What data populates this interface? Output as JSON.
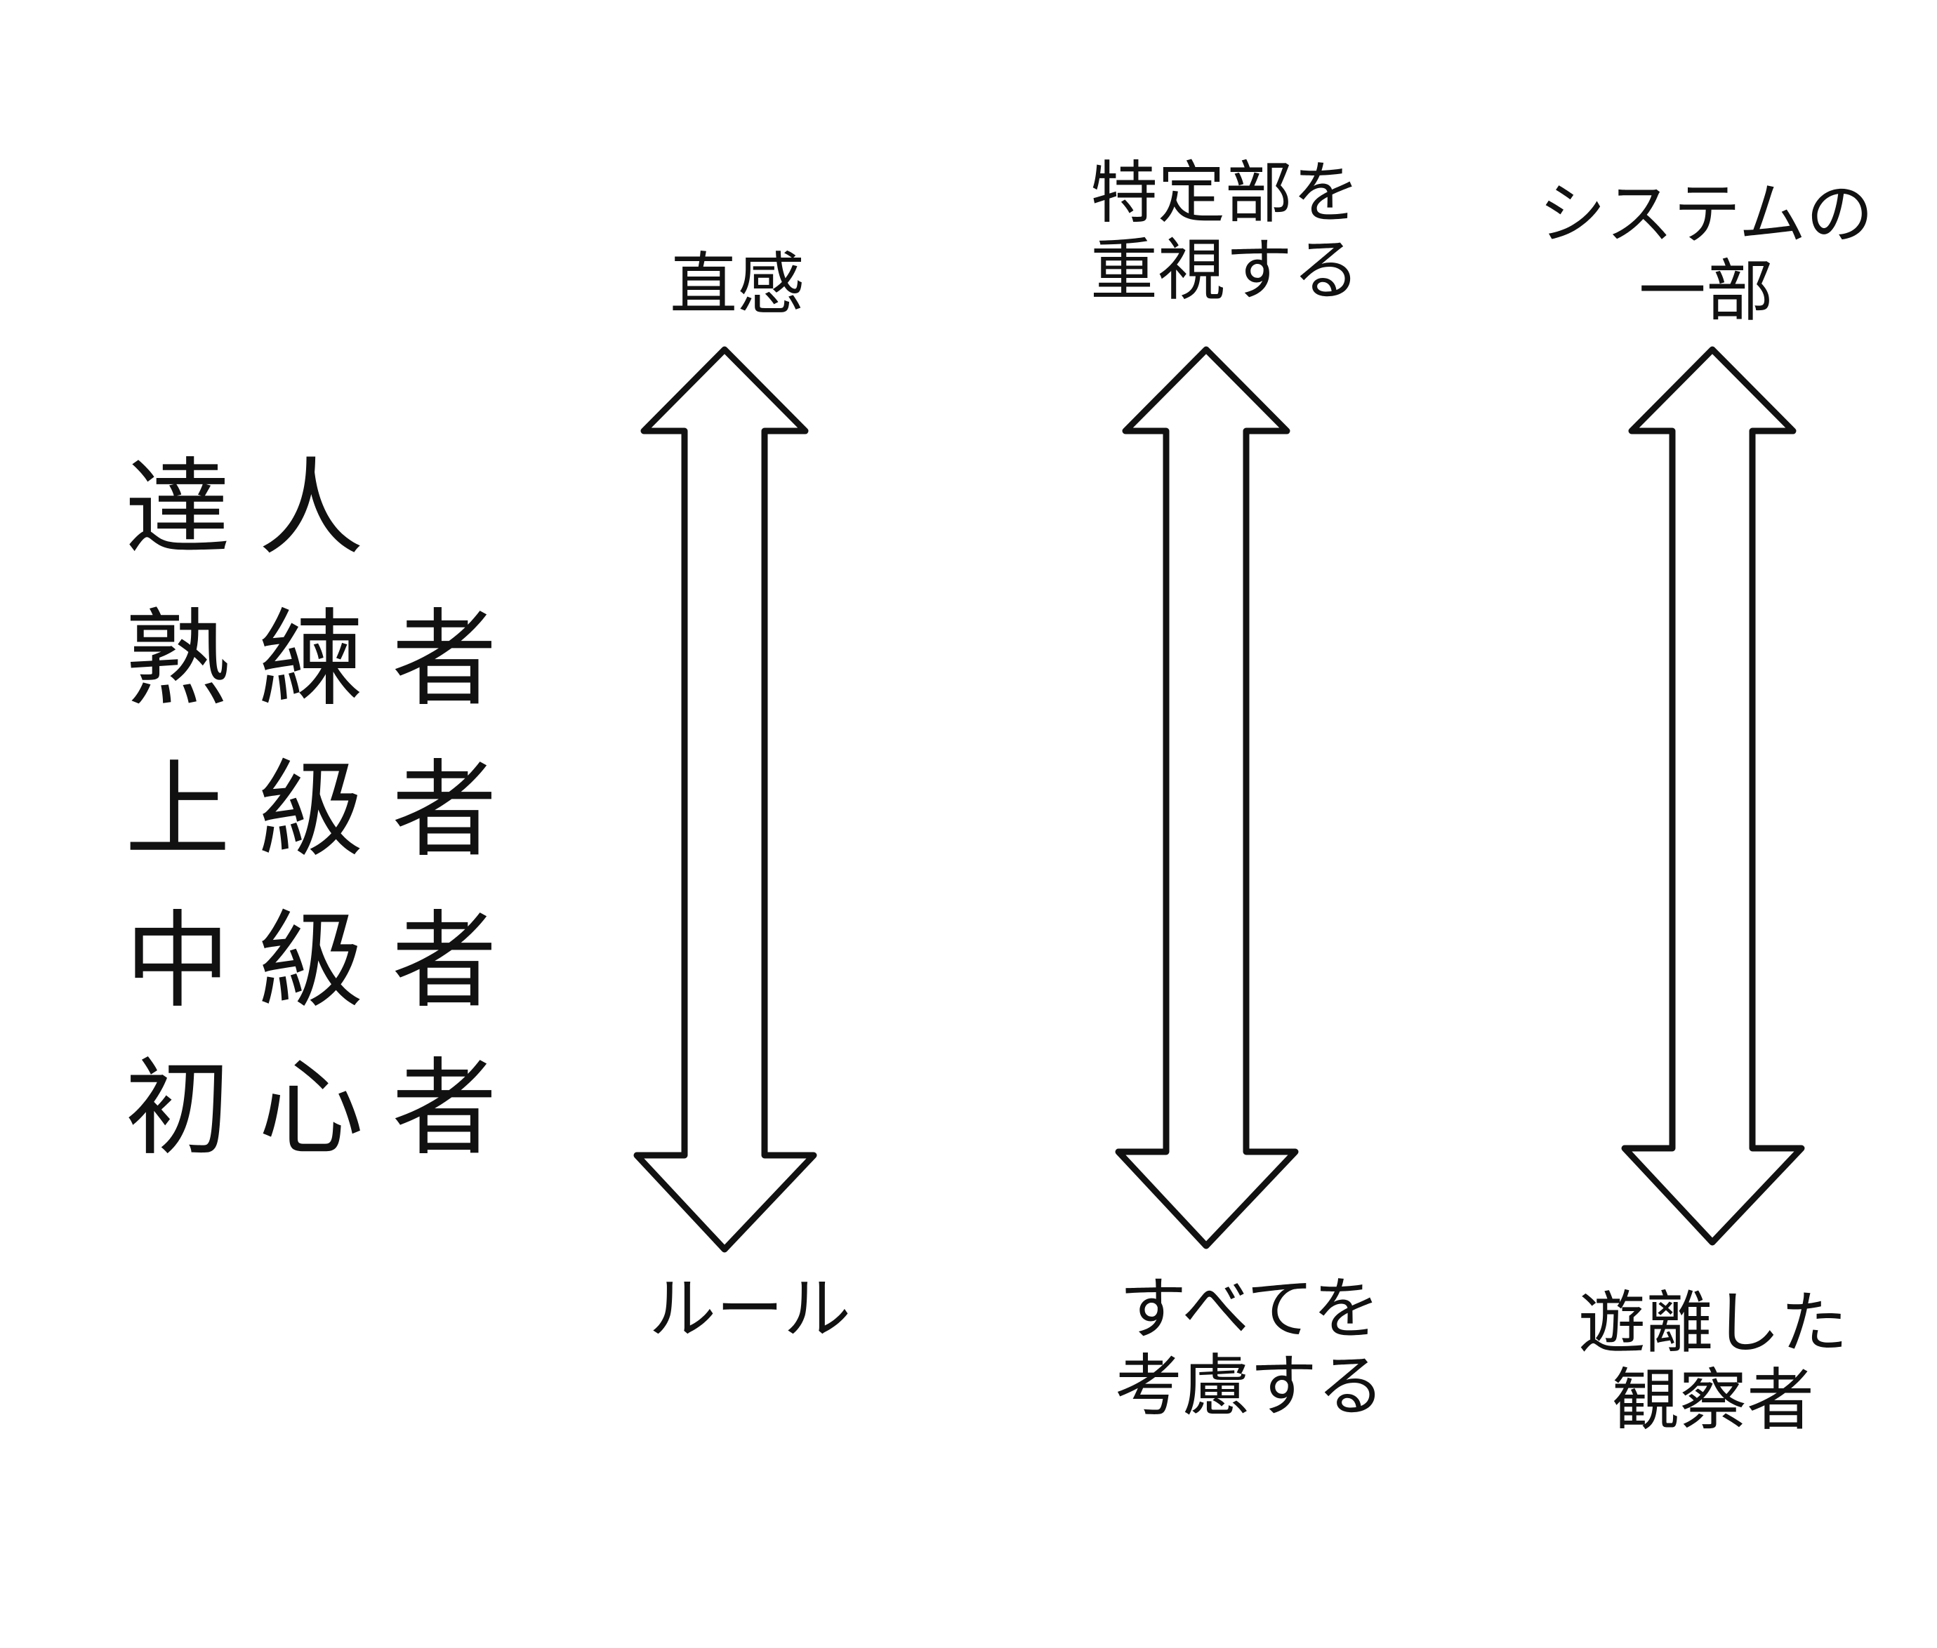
{
  "levels": [
    "達人",
    "熟練者",
    "上級者",
    "中級者",
    "初心者"
  ],
  "axes": [
    {
      "top": [
        "直感"
      ],
      "bottom": [
        "ルール"
      ]
    },
    {
      "top": [
        "特定部を",
        "重視する"
      ],
      "bottom": [
        "すべてを",
        "考慮する"
      ]
    },
    {
      "top": [
        "システムの",
        "一部"
      ],
      "bottom": [
        "遊離した",
        "観察者"
      ]
    }
  ]
}
